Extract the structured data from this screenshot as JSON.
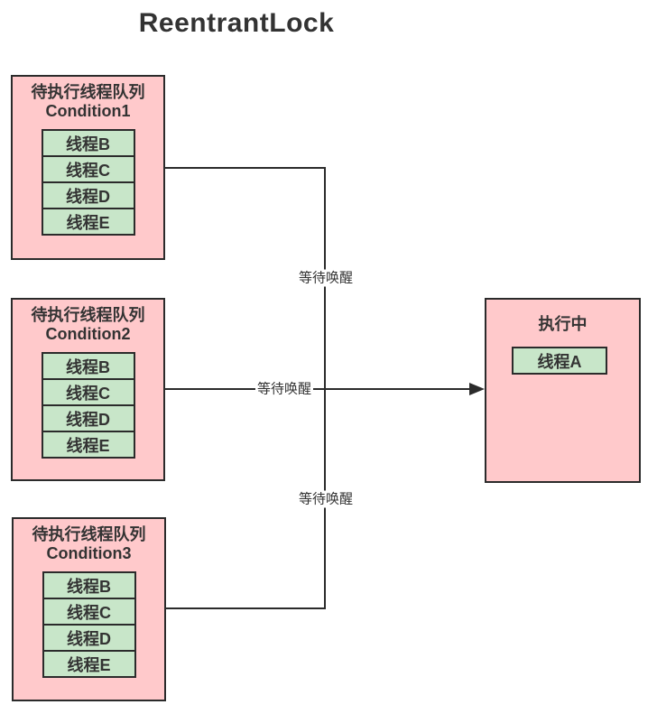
{
  "title": "ReentrantLock",
  "colors": {
    "pink": "#ffc9cb",
    "green": "#c8e6c9",
    "line": "#2b2b2b",
    "text": "#333333"
  },
  "queues": [
    {
      "name_line1": "待执行线程队列",
      "name_line2": "Condition1",
      "threads": [
        "线程B",
        "线程C",
        "线程D",
        "线程E"
      ]
    },
    {
      "name_line1": "待执行线程队列",
      "name_line2": "Condition2",
      "threads": [
        "线程B",
        "线程C",
        "线程D",
        "线程E"
      ]
    },
    {
      "name_line1": "待执行线程队列",
      "name_line2": "Condition3",
      "threads": [
        "线程B",
        "线程C",
        "线程D",
        "线程E"
      ]
    }
  ],
  "running": {
    "title": "执行中",
    "thread": "线程A"
  },
  "edge_labels": {
    "top": "等待唤醒",
    "middle": "等待唤醒",
    "bottom": "等待唤醒"
  }
}
